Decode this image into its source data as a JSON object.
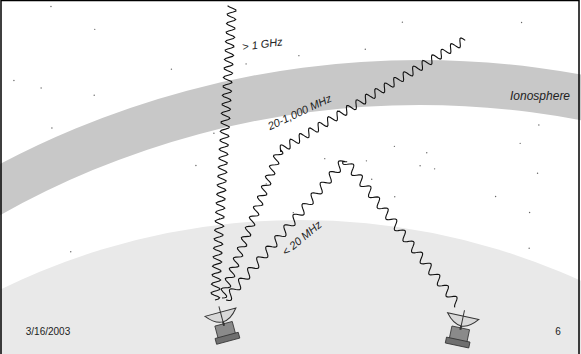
{
  "diagram": {
    "nodes": [
      {
        "text": [
          "Ionosphere"
        ]
      }
    ],
    "labels": [
      "> 1 GHz",
      "20-1,000 MHz",
      "< 20 MHz",
      "3/16/2003",
      "6"
    ]
  }
}
